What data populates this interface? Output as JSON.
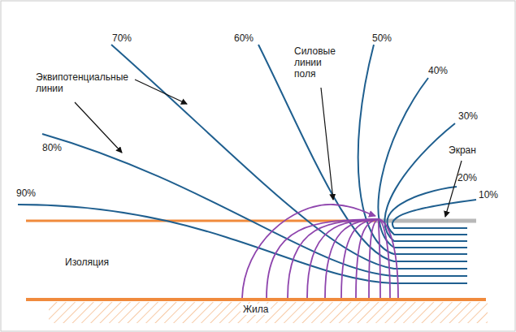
{
  "diagram": {
    "labels": [
      "70%",
      "60%",
      "Силовые линии поля",
      "50%",
      "40%",
      "Эквипотенциальные линии",
      "30%",
      "80%",
      "Экран",
      "20%",
      "10%",
      "90%",
      "Изоляция",
      "Жила"
    ]
  }
}
